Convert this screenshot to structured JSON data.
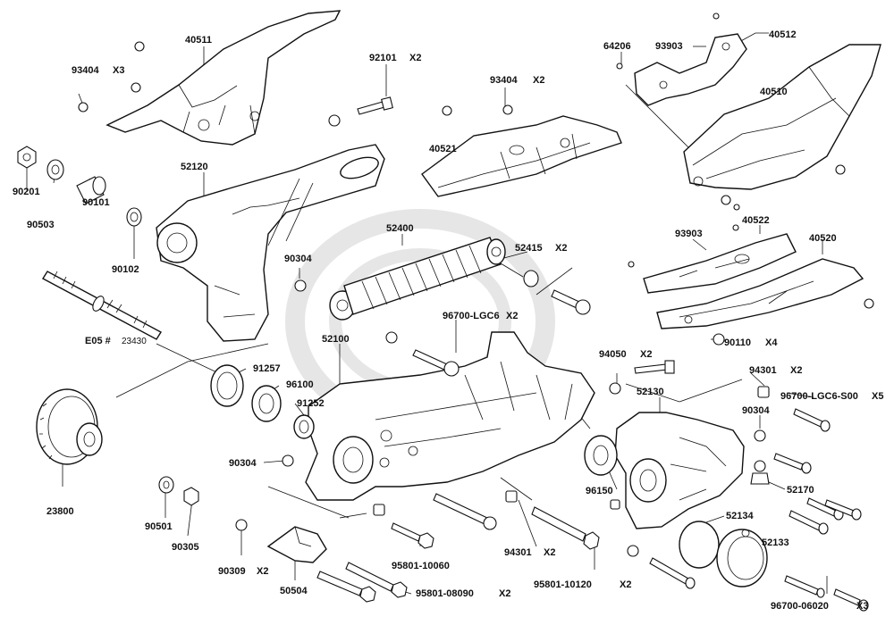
{
  "labels": {
    "p40511": "40511",
    "p93404a": "93404",
    "p93404a_qty": "X3",
    "p92101": "92101",
    "p92101_qty": "X2",
    "p93404b": "93404",
    "p93404b_qty": "X2",
    "p64206": "64206",
    "p93903a": "93903",
    "p40512": "40512",
    "p40510": "40510",
    "p40521": "40521",
    "p90201": "90201",
    "p90503": "90503",
    "p52120": "52120",
    "p90101": "90101",
    "p90102": "90102",
    "p52400": "52400",
    "p52415": "52415",
    "p52415_qty": "X2",
    "p93903b": "93903",
    "p40522": "40522",
    "p40520": "40520",
    "p90304a": "90304",
    "p96700a": "96700-LGC6",
    "p96700a_qty": "X2",
    "p90110": "90110",
    "p90110_qty": "X4",
    "pE05": "E05 #",
    "pE05_num": "23430",
    "p52100": "52100",
    "p91257": "91257",
    "p96100": "96100",
    "p91252": "91252",
    "p94050": "94050",
    "p94050_qty": "X2",
    "p94301a": "94301",
    "p94301a_qty": "X2",
    "p96700b": "96700-LGC6-S00",
    "p96700b_qty": "X5",
    "p52130": "52130",
    "p90304b": "90304",
    "p90304c": "90304",
    "p96150": "96150",
    "p52170": "52170",
    "p23800": "23800",
    "p90501": "90501",
    "p90305": "90305",
    "p52134": "52134",
    "p94301b": "94301",
    "p94301b_qty": "X2",
    "p52133": "52133",
    "p90309": "90309",
    "p90309_qty": "X2",
    "p95801a": "95801-10060",
    "p95801b": "95801-10120",
    "p95801b_qty": "X2",
    "p50504": "50504",
    "p95801c": "95801-08090",
    "p95801c_qty": "X2",
    "p96700c": "96700-06020",
    "p96700c_qty": "X3"
  }
}
